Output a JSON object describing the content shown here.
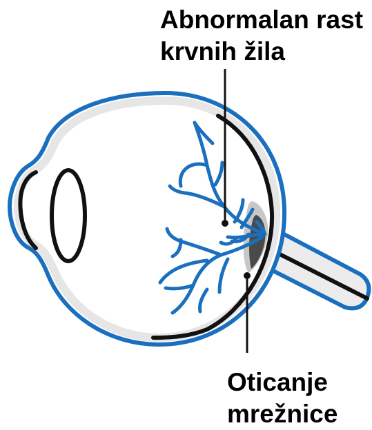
{
  "labels": {
    "abnormal_growth": {
      "line1": "Abnormalan rast",
      "line2": "krvnih žila"
    },
    "retinal_swelling": {
      "line1": "Oticanje",
      "line2": "mrežnice"
    }
  },
  "colors": {
    "outline_blue": "#1a6fbf",
    "vessel_blue": "#1a6fbf",
    "sclera_gray": "#e6e6e6",
    "retina_black": "#111111",
    "swelling_gray": "#bdbdbd",
    "fluid_dark": "#4a4a4a",
    "background": "#ffffff"
  }
}
